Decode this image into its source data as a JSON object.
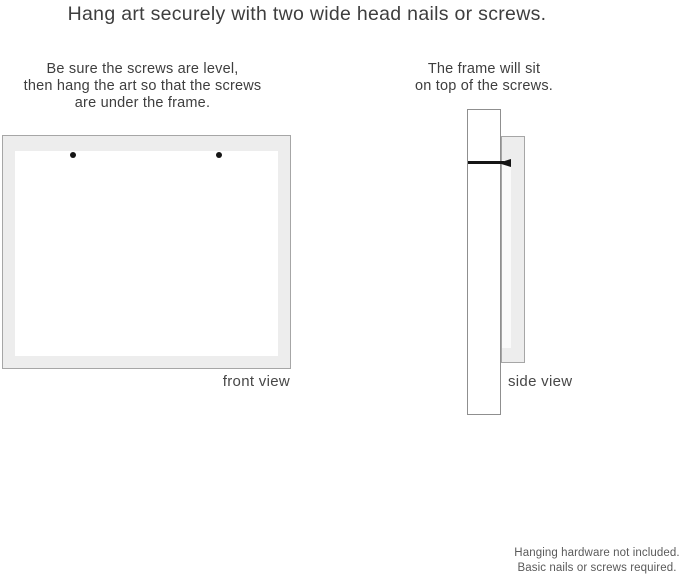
{
  "title": "Hang art securely with two wide head nails or screws.",
  "front_view": {
    "instructions": [
      "Be sure the screws are level,",
      "then hang the art so that the screws",
      "are under the frame."
    ],
    "label": "front view"
  },
  "side_view": {
    "instructions": [
      "The frame will sit",
      "on top of the screws."
    ],
    "label": "side view"
  },
  "footer": {
    "notes": [
      "Hanging hardware not included.",
      "Basic nails or screws required."
    ]
  },
  "colors": {
    "frame_fill": "#ededed",
    "frame_border": "#a6a6a6",
    "wall_border": "#8f8f8f",
    "mat_white": "#ffffff",
    "side_mat": "#fafafa",
    "nail": "#151515",
    "text_dark": "#3e3e3e",
    "label_text": "#474747",
    "footer_text": "#5a5a5a"
  }
}
